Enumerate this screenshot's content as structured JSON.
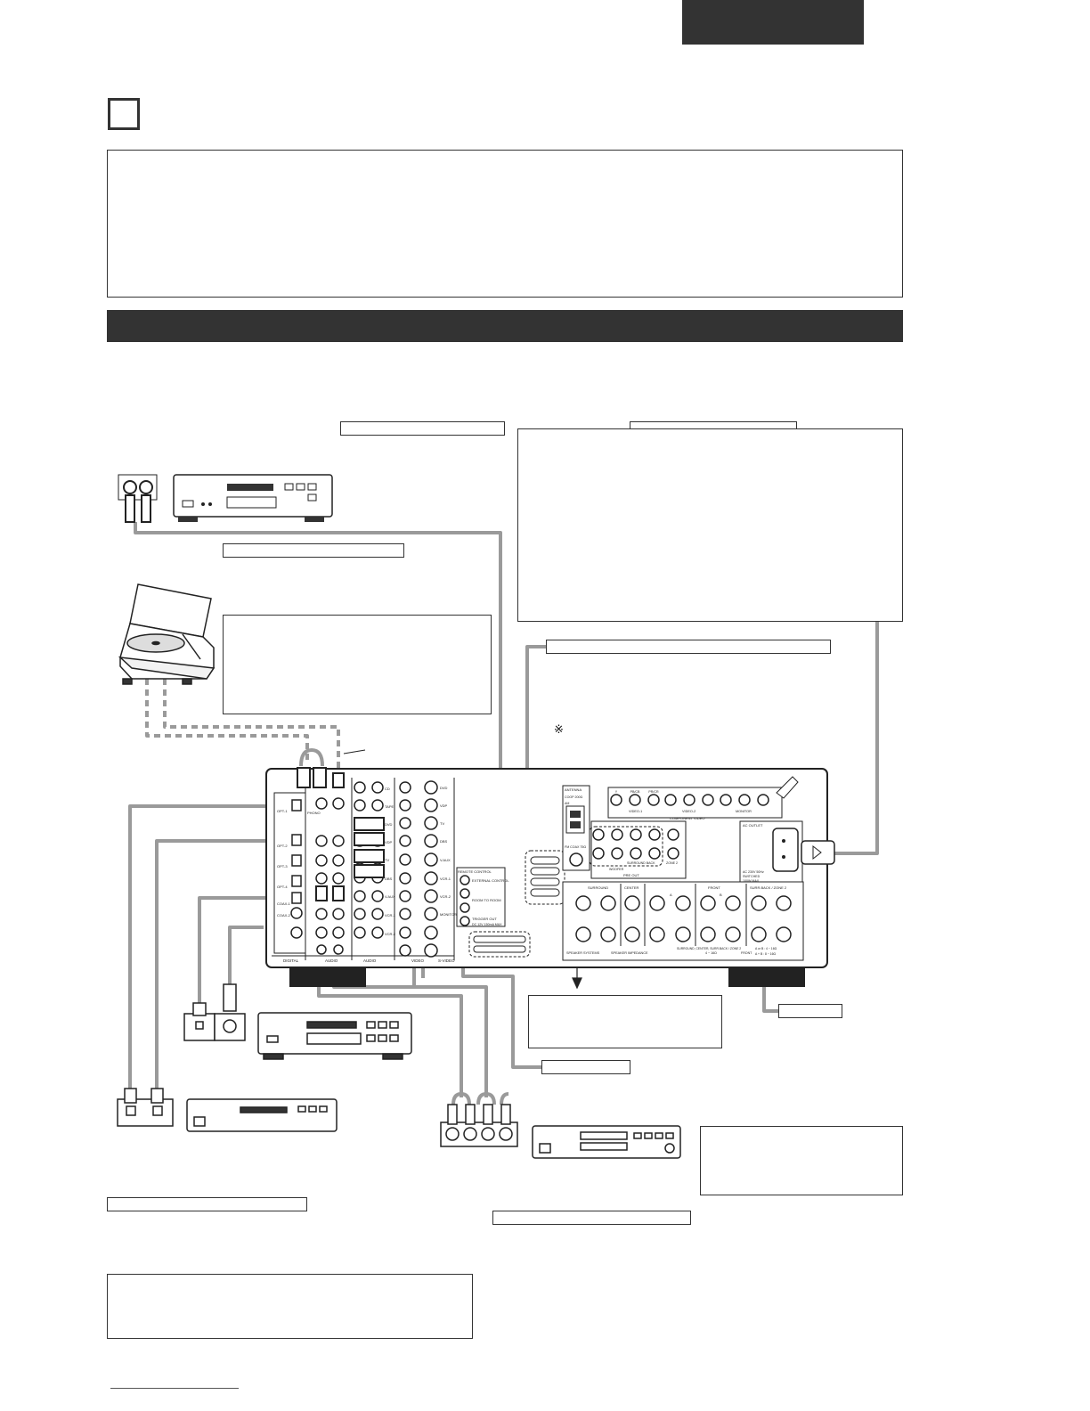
{
  "note_symbol": "※",
  "receiver": {
    "sections": {
      "digital": "DIGITAL",
      "audio": "AUDIO",
      "video": "VIDEO",
      "s_video": "S-VIDEO",
      "remote_control": "REMOTE CONTROL",
      "antenna": "ANTENNA",
      "component_video": "COMPONENT VIDEO",
      "pre_out": "PRE OUT",
      "ac_outlet": "AC OUTLET"
    },
    "digital_inputs": [
      "OPT-1",
      "OPT-2",
      "OPT-3",
      "OPT-4",
      "COAX-1",
      "COAX-2"
    ],
    "audio_inputs": [
      "PHONO",
      "CD",
      "TAPE",
      "DVD",
      "VDP",
      "TV",
      "DBS",
      "V.AUX",
      "VCR-1",
      "VCR-2"
    ],
    "video_inputs": [
      "DVD",
      "VDP",
      "TV",
      "DBS",
      "V.AUX",
      "VCR-1",
      "VCR-2",
      "MONITOR"
    ],
    "remote_labels": [
      "EXTERNAL CONTROL",
      "ROOM TO ROOM",
      "TRIGGER OUT"
    ],
    "trigger_spec": "DC 12V 150mA MAX",
    "antenna_labels": [
      "COOP 200Ω",
      "AM",
      "FM COAX 75Ω"
    ],
    "component_labels": [
      "Y",
      "PB/CB",
      "PR/CR",
      "VIDEO-1",
      "VIDEO-2",
      "MONITOR"
    ],
    "pre_out_labels": [
      "WOOFER",
      "SURROUND BACK",
      "ZONE 2"
    ],
    "speaker_labels": [
      "SURROUND",
      "CENTER",
      "FRONT",
      "SURR.BACK / ZONE 2"
    ],
    "speaker_bottom": [
      "SPEAKER SYSTEMS",
      "SPEAKER IMPEDANCE",
      "SURROUND, CENTER, SURR.BACK / ZONE 2",
      "4 ~ 16Ω",
      "FRONT",
      "A or B : 4 ~ 16Ω",
      "A + B : 8 ~ 16Ω"
    ],
    "ac_spec": [
      "AC 230V 50Hz",
      "SWITCHED",
      "100W MAX"
    ],
    "antenna_ab": [
      "A",
      "B"
    ]
  }
}
